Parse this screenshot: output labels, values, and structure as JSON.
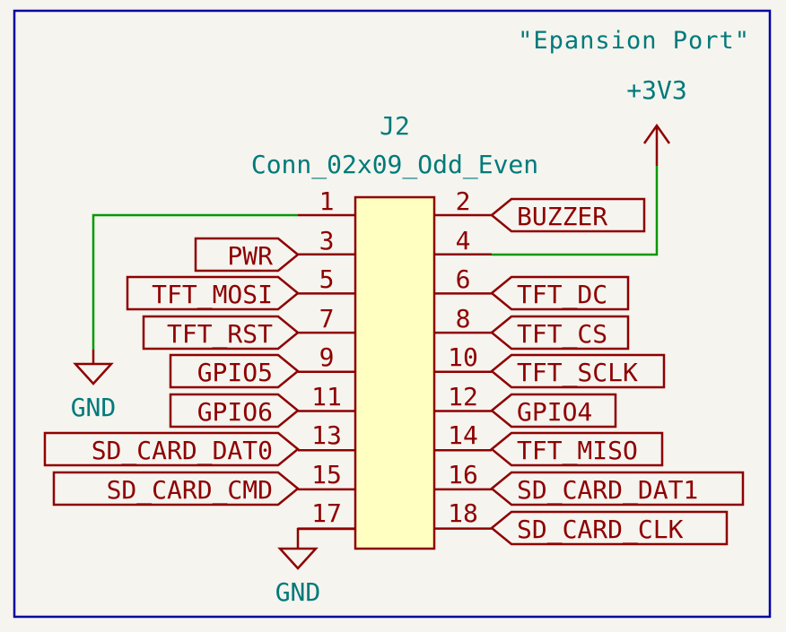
{
  "frame_note": "\"Epansion Port\"",
  "power_label": "+3V3",
  "connector": {
    "ref": "J2",
    "value": "Conn_02x09_Odd_Even",
    "pins": [
      "1",
      "2",
      "3",
      "4",
      "5",
      "6",
      "7",
      "8",
      "9",
      "10",
      "11",
      "12",
      "13",
      "14",
      "15",
      "16",
      "17",
      "18"
    ]
  },
  "gnd_left_label": "GND",
  "gnd_bottom_label": "GND",
  "left_labels": [
    "PWR",
    "TFT_MOSI",
    "TFT_RST",
    "GPIO5",
    "GPIO6",
    "SD_CARD_DAT0",
    "SD_CARD_CMD"
  ],
  "right_labels": [
    "BUZZER",
    "TFT_DC",
    "TFT_CS",
    "TFT_SCLK",
    "GPIO4",
    "TFT_MISO",
    "SD_CARD_DAT1",
    "SD_CARD_CLK"
  ],
  "colors": {
    "border": "#0000a0",
    "wire": "#009900",
    "symbol": "#8e0000",
    "body_fill": "#ffffc2",
    "net_text": "#007a7a"
  }
}
